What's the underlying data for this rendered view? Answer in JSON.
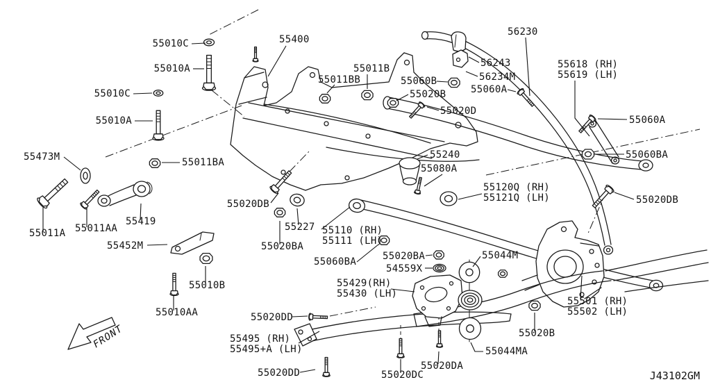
{
  "diagram": {
    "title_code": "J43102GM",
    "front_label": "FRONT",
    "colors": {
      "line": "#1a1a1a",
      "text": "#111111",
      "background": "#ffffff"
    },
    "labels": [
      "55010C",
      "55010A",
      "55010C",
      "55010A",
      "55400",
      "55011B",
      "55011BB",
      "55060B",
      "55020B",
      "55020D",
      "56230",
      "56243",
      "56234M",
      "55618 (RH)",
      "55619 (LH)",
      "55060A",
      "55060A",
      "55060BA",
      "55020DB",
      "55473M",
      "55011BA",
      "55011A",
      "55011AA",
      "55419",
      "55452M",
      "55010B",
      "55010AA",
      "55240",
      "55080A",
      "55120Q (RH)",
      "55121Q (LH)",
      "55020DB",
      "55227",
      "55110 (RH)",
      "55111 (LH)",
      "55020BA",
      "55060BA",
      "55020BA",
      "54559X",
      "55044M",
      "55429(RH)",
      "55430 (LH)",
      "55501 (RH)",
      "55502 (LH)",
      "55020B",
      "55044MA",
      "55020DD",
      "55495 (RH)",
      "55495+A (LH)",
      "55020DD",
      "55020DC",
      "55020DA"
    ]
  }
}
